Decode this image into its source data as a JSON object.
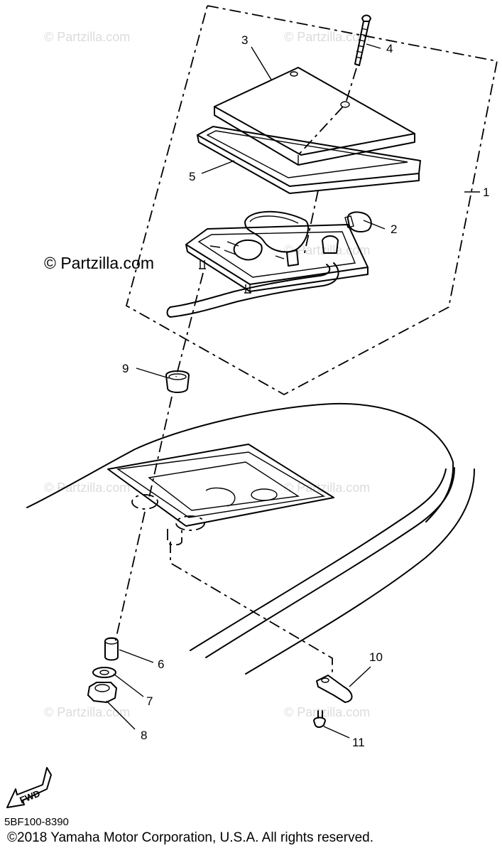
{
  "watermarks": {
    "faint": "© Partzilla.com",
    "main": "© Partzilla.com"
  },
  "callouts": {
    "c1": "1",
    "c2": "2",
    "c3": "3",
    "c4": "4",
    "c5": "5",
    "c6": "6",
    "c7": "7",
    "c8": "8",
    "c9": "9",
    "c10": "10",
    "c11": "11"
  },
  "fwd_arrow": {
    "label": "FWD"
  },
  "footer": {
    "part_code": "5BF100-8390",
    "copyright": "©2018  Yamaha Motor Corporation, U.S.A. All rights reserved."
  }
}
